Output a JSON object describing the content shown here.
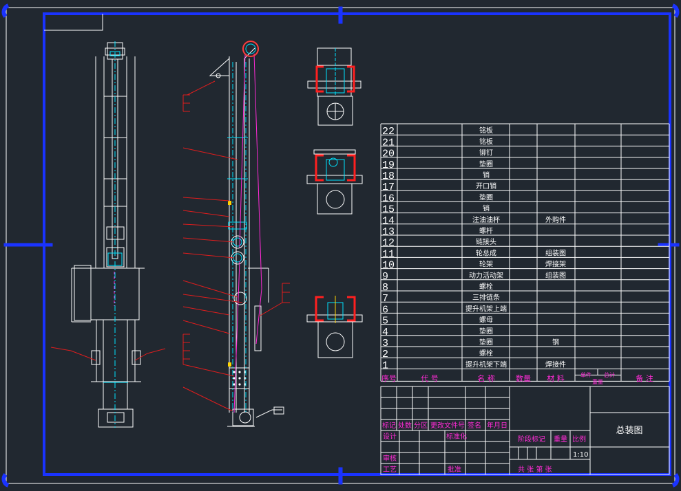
{
  "drawing": {
    "title": "总装图",
    "scale": "1:10",
    "colors": {
      "background": "#212830",
      "frame": "#1a33ff",
      "line": "#ffffff",
      "leader": "#e01d1d",
      "center": "#00e5ff",
      "magenta": "#ff2bd6"
    }
  },
  "bom": {
    "rows": [
      {
        "no": "22",
        "name": "铭板",
        "material": "",
        "note": ""
      },
      {
        "no": "21",
        "name": "铭板",
        "material": "",
        "note": ""
      },
      {
        "no": "20",
        "name": "铆钉",
        "material": "",
        "note": ""
      },
      {
        "no": "19",
        "name": "垫圈",
        "material": "",
        "note": ""
      },
      {
        "no": "18",
        "name": "销",
        "material": "",
        "note": ""
      },
      {
        "no": "17",
        "name": "开口销",
        "material": "",
        "note": ""
      },
      {
        "no": "16",
        "name": "垫圈",
        "material": "",
        "note": ""
      },
      {
        "no": "15",
        "name": "销",
        "material": "",
        "note": ""
      },
      {
        "no": "14",
        "name": "注油油杯",
        "material": "外购件",
        "note": ""
      },
      {
        "no": "13",
        "name": "螺杆",
        "material": "",
        "note": ""
      },
      {
        "no": "12",
        "name": "链接头",
        "material": "",
        "note": ""
      },
      {
        "no": "11",
        "name": "轮总成",
        "material": "组装图",
        "note": ""
      },
      {
        "no": "10",
        "name": "轮架",
        "material": "焊接架",
        "note": ""
      },
      {
        "no": "9",
        "name": "动力活动架",
        "material": "组装图",
        "note": ""
      },
      {
        "no": "8",
        "name": "螺栓",
        "material": "",
        "note": ""
      },
      {
        "no": "7",
        "name": "三排链条",
        "material": "",
        "note": ""
      },
      {
        "no": "6",
        "name": "提升机架上端",
        "material": "",
        "note": ""
      },
      {
        "no": "5",
        "name": "螺母",
        "material": "",
        "note": ""
      },
      {
        "no": "4",
        "name": "垫圈",
        "material": "",
        "note": ""
      },
      {
        "no": "3",
        "name": "垫圈",
        "material": "钢",
        "note": ""
      },
      {
        "no": "2",
        "name": "螺栓",
        "material": "",
        "note": ""
      },
      {
        "no": "1",
        "name": "提升机架下端",
        "material": "焊接件",
        "note": ""
      }
    ],
    "header": {
      "no": "序号",
      "code": "代  号",
      "name": "名  称",
      "qty": "数量",
      "material": "材  料",
      "unit_weight": "单件",
      "total_weight": "总计",
      "weight": "重量",
      "note": "备  注"
    }
  },
  "title_block": {
    "row_labels": [
      "标记",
      "处数",
      "分区",
      "更改文件号",
      "签名",
      "年月日"
    ],
    "design": "设计",
    "standard": "标准化",
    "review": "审核",
    "process": "工艺",
    "approve": "批准",
    "stage_mark": "阶段标记",
    "weight": "重量",
    "scale_label": "比例",
    "sheets": "共  张 第  张"
  }
}
